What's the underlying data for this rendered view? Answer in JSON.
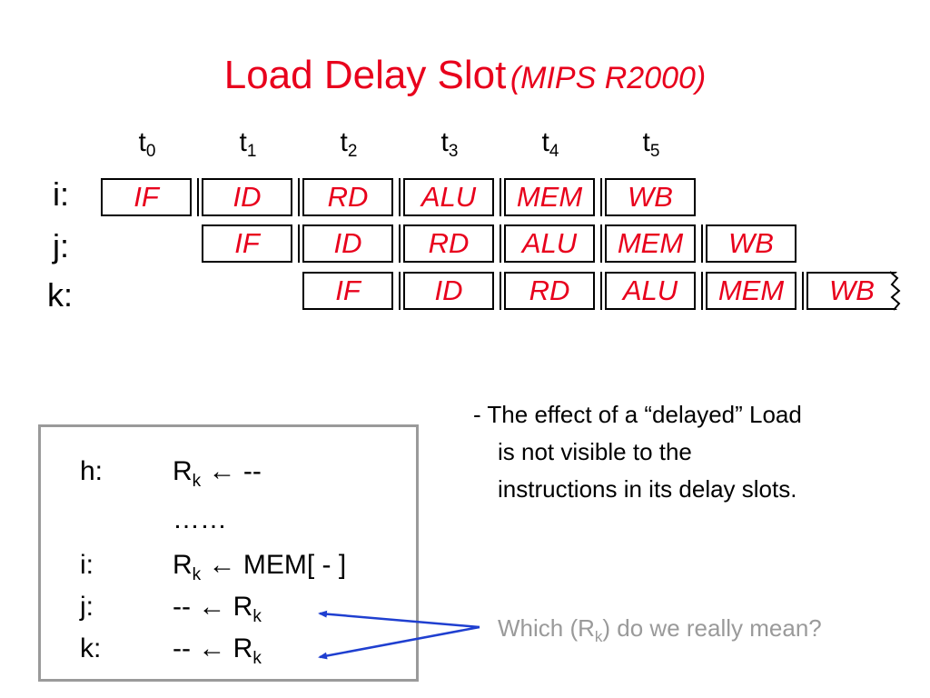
{
  "title": {
    "main": "Load Delay Slot",
    "sub": "(MIPS R2000)"
  },
  "time_steps": [
    {
      "base": "t",
      "sub": "0"
    },
    {
      "base": "t",
      "sub": "1"
    },
    {
      "base": "t",
      "sub": "2"
    },
    {
      "base": "t",
      "sub": "3"
    },
    {
      "base": "t",
      "sub": "4"
    },
    {
      "base": "t",
      "sub": "5"
    }
  ],
  "rows": [
    {
      "label": "i:",
      "start": 0,
      "stages": [
        "IF",
        "ID",
        "RD",
        "ALU",
        "MEM",
        "WB"
      ]
    },
    {
      "label": "j:",
      "start": 1,
      "stages": [
        "IF",
        "ID",
        "RD",
        "ALU",
        "MEM",
        "WB"
      ]
    },
    {
      "label": "k:",
      "start": 2,
      "stages": [
        "IF",
        "ID",
        "RD",
        "ALU",
        "MEM",
        "WB"
      ]
    }
  ],
  "note": {
    "line1": "- The effect of a “delayed” Load",
    "line2": "is not visible to the",
    "line3": "instructions in its delay slots."
  },
  "code": {
    "h_label": "h:",
    "h_reg": "R",
    "h_sub": "k",
    "h_rest": "← --",
    "dots": "……",
    "i_label": "i:",
    "i_reg": "R",
    "i_sub": "k",
    "i_rest": "← MEM[ - ]",
    "j_label": "j:",
    "j_pre": "-- ← R",
    "j_sub": "k",
    "k_label": "k:",
    "k_pre": "-- ← R",
    "k_sub": "k"
  },
  "question": {
    "pre": "Which (R",
    "sub": "k",
    "post": ") do we really mean?"
  },
  "colors": {
    "title": "#e8001c",
    "stage_text": "#e8001c",
    "arrow": "#1f3fd0",
    "box_border": "#9a9a9a",
    "question": "#9a9a9a"
  }
}
